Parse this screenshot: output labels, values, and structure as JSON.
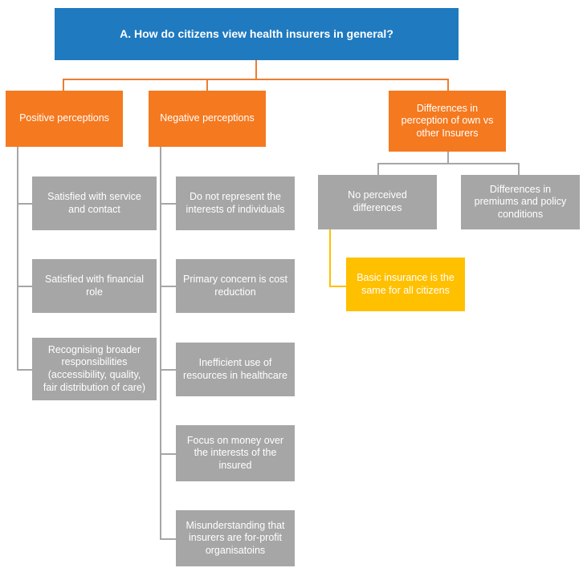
{
  "diagram": {
    "title": "A. How do citizens view health insurers in general?",
    "colors": {
      "root": "#1F7AC0",
      "branch": "#F5791F",
      "leaf": "#A6A6A6",
      "sub": "#FFC000",
      "connector_orange": "#ED7D31",
      "connector_gray": "#A6A6A6",
      "connector_yellow": "#FFC000",
      "text": "#FFFFFF",
      "background": "#FFFFFF"
    },
    "root": {
      "label": "A. How do citizens view health insurers in general?"
    },
    "branches": [
      {
        "id": "positive",
        "label": "Positive perceptions",
        "children": [
          {
            "label": "Satisfied with service\nand contact"
          },
          {
            "label": "Satisfied with financial\nrole"
          },
          {
            "label": "Recognising broader\nresponsibilities\n(accessibility, quality,\nfair distribution of care)"
          }
        ]
      },
      {
        "id": "negative",
        "label": "Negative perceptions",
        "children": [
          {
            "label": "Do not represent the\ninterests of individuals"
          },
          {
            "label": "Primary concern is cost\nreduction"
          },
          {
            "label": "Inefficient use of\nresources in healthcare"
          },
          {
            "label": "Focus on money over\nthe interests of the\ninsured"
          },
          {
            "label": "Misunderstanding that\ninsurers are for-profit\norganisatoins"
          }
        ]
      },
      {
        "id": "differences",
        "label": "Differences in\nperception of own vs\nother Insurers",
        "children": [
          {
            "label": "No perceived\ndifferences",
            "children": [
              {
                "label": "Basic insurance is the\nsame for all citizens"
              }
            ]
          },
          {
            "label": "Differences in\npremiums and policy\nconditions"
          }
        ]
      }
    ]
  }
}
